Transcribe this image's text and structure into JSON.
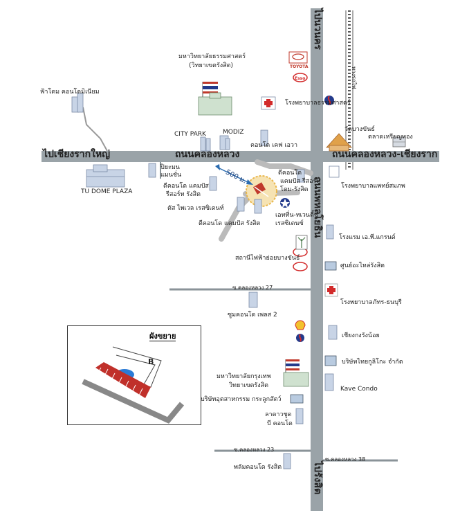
{
  "roads": {
    "khlong_luang_left": "ไปเชียงรากใหญ่",
    "khlong_luang_mid": "ถนนคลองหลวง",
    "khlong_luang_right": "ถนนคลองหลวง-เชียงราก",
    "phahon_top": "ไปนวนคร",
    "phahon_mid": "ถนนพหลโยธิน",
    "phahon_bottom": "ไปรังสิต",
    "rail": "ทางรถไฟ",
    "soi_27": "ซ.คลองหลวง 27",
    "soi_23": "ซ.คลองหลวง 23",
    "soi_38": "ซ.คลองหลวง 38"
  },
  "distance": "500 ม.",
  "places": {
    "pharm": "ฟ้าโดม คอนโดมิเนียม",
    "tu_line1": "มหาวิทยาลัยธรรมศาสตร์",
    "tu_line2": "(วิทยาเขตรังสิต)",
    "tu_hospital": "โรงพยาบาลธรรมศาสตร์",
    "city_park": "CITY PARK",
    "modiz": "MODIZ",
    "condo_kafe": "คอนโด เคฟ เอวา",
    "wat": "วัดบางขันธ์",
    "market": "ตลาดเหรียญทอง",
    "hospital_pattaya": "โรงพยาบาลแพทย์สมภพ",
    "tu_dome": "TU DOME PLAZA",
    "piyamon_1": "ปิยะมน",
    "piyamon_2": "แมนชั่น",
    "champ_1": "ดีคอนโด แคมปัส",
    "champ_2": "รีสอร์ท รังสิต",
    "target_1": "ดีคอนโด",
    "target_2": "แคมปัส รีสอร์ท",
    "target_3": "โดม-รังสิต",
    "atwell": "ตัส ไพเวล เรสซิเดนท์",
    "dcondo_rangsit": "ดีคอนโด แคมปัส รังสิต",
    "esso_rangsit_1": "เอทที่น-ทเวนตี้ชู",
    "esso_rangsit_2": "เรสซิเดนซ์",
    "power": "สถานีไฟฟ้าย่อยบางขันธ์",
    "hotel_ep": "โรงแรม เอ.พี.แกรนด์",
    "honda": "ศูนย์อะไหล่รังสิต",
    "hospital_phatra": "โรงพยาบาลภัทร-ธนบุรี",
    "dcondo_place": "ซูมคอนโด เพลส 2",
    "chiang": "เชียงกงรังน้อย",
    "thai_factory": "บริษัทไทยกูลิโกะ จำกัด",
    "bangkok_uni_1": "มหาวิทยาลัยกรุงเทพ",
    "bangkok_uni_2": "วิทยาเขตรังสิต",
    "kave": "Kave Condo",
    "industrial": "บริษัทอุตสาหกรรม กระลูกสัตว์",
    "la_ville_1": "ลาดาวชูด",
    "la_ville_2": "บี คอนโด",
    "plum": "พลัมคอนโด รังสิต"
  },
  "logos": {
    "toyota": "TOYOTA",
    "esso": "Esso"
  },
  "inset": {
    "title": "ผังขยาย",
    "marker": "B"
  },
  "colors": {
    "road": "#9aa3a8",
    "road_dark": "#8a9398",
    "rail": "#555555",
    "target_ring": "#e9b64a",
    "target_fill": "#f6e3b3",
    "building": "#c8d4e6",
    "flag_red": "#c0392b",
    "flag_blue": "#233a8b",
    "esso_red": "#d22b2b",
    "inset_hatch": "#c0302a",
    "pond": "#2b7bd6"
  },
  "icons": [
    "condo-building-icon",
    "university-flag-icon",
    "toyota-logo-icon",
    "esso-logo-icon",
    "ptt-logo-icon",
    "hospital-cross-icon",
    "temple-icon",
    "shell-logo-icon",
    "wind-power-icon",
    "target-location-icon"
  ]
}
